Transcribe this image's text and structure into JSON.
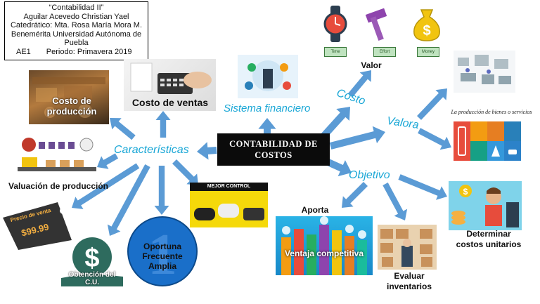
{
  "header": {
    "course": "“Contabilidad II”",
    "author": "Aguilar Acevedo Christian Yael",
    "teacher": "Catedrático: Mta. Rosa María Mora M.",
    "university_line1": "Benemérita Universidad Autónoma de",
    "university_line2": "Puebla",
    "activity": "AE1",
    "period": "Periodo: Primavera 2019"
  },
  "center": {
    "line1": "CONTABILIDAD DE",
    "line2": "COSTOS"
  },
  "branches": {
    "caracteristicas": "Características",
    "sistema_financiero": "Sistema financiero",
    "costo": "Costo",
    "valora": "Valora",
    "objetivo": "Objetivo"
  },
  "items": {
    "costo_produccion": "Costo de producción",
    "costo_ventas": "Costo de ventas",
    "valuacion": "Valuación de producción",
    "precio_venta_label": "Precio de venta",
    "precio_venta_value": "$99.99",
    "obtencion": "Obtención del C.U.",
    "oportuna": "Oportuna",
    "frecuente": "Frecuente",
    "amplia": "Amplia",
    "mejor_control": "MEJOR CONTROL",
    "valor": "Valor",
    "time": "Time",
    "effort": "Effort",
    "money": "Money",
    "produccion_bienes": "La producción de bienes o servicios",
    "aporta": "Aporta",
    "ventaja": "Ventaja competitiva",
    "evaluar1": "Evaluar",
    "evaluar2": "inventarios",
    "determinar1": "Determinar",
    "determinar2": "costos unitarios"
  },
  "colors": {
    "arrow": "#5b9bd5",
    "accent_cyan": "#1aa7d6",
    "center_bg": "#0b0b0b"
  }
}
